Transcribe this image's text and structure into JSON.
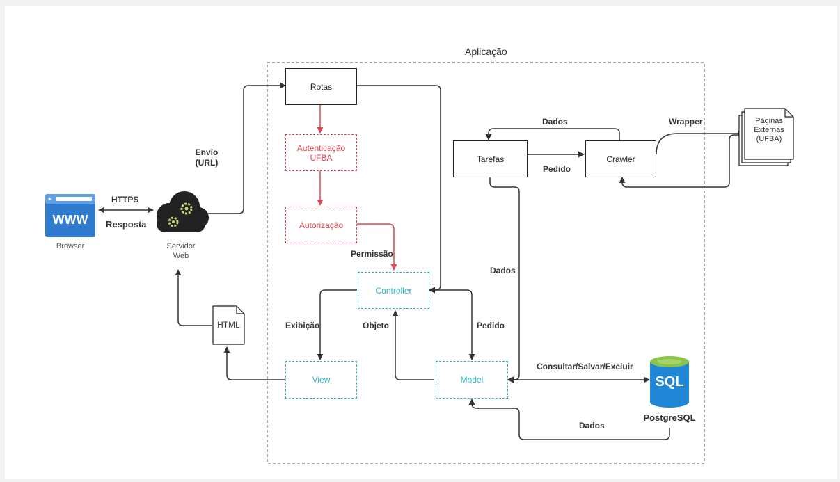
{
  "colors": {
    "edge": "#333333",
    "auth_red": "#e0444d",
    "mvc_cyan": "#2bb6c4",
    "browser_blue": "#2f7bd0",
    "sql_blue": "#1f87d6",
    "sql_green": "#8bc34a",
    "gear_dark": "#222222"
  },
  "group": {
    "title": "Aplicação"
  },
  "nodes": {
    "rotas": "Rotas",
    "auth_line1": "Autenticação",
    "auth_line2": "UFBA",
    "autorizacao": "Autorização",
    "controller": "Controller",
    "view": "View",
    "model": "Model",
    "tarefas": "Tarefas",
    "crawler": "Crawler",
    "paginas_line1": "Páginas",
    "paginas_line2": "Externas",
    "paginas_line3": "(UFBA)",
    "html": "HTML",
    "browser_label": "Browser",
    "browser_icon_text": "WWW",
    "servidor_line1": "Servidor",
    "servidor_line2": "Web",
    "sql_icon_text": "SQL",
    "postgres_label": "PostgreSQL"
  },
  "edges": {
    "https": "HTTPS",
    "resposta": "Resposta",
    "envio_line1": "Envio",
    "envio_line2": "(URL)",
    "permissao": "Permissão",
    "exibicao": "Exibição",
    "objeto": "Objeto",
    "pedido_model": "Pedido",
    "dados_tasks": "Dados",
    "dados_crawler": "Dados",
    "pedido_crawler": "Pedido",
    "wrapper": "Wrapper",
    "consultar": "Consultar/Salvar/Excluir",
    "dados_db": "Dados"
  }
}
